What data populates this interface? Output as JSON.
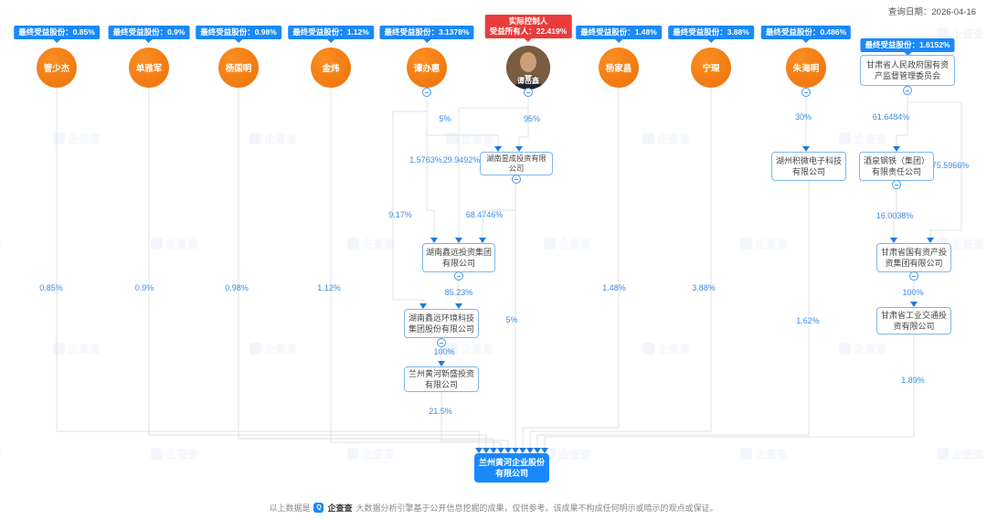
{
  "header": {
    "query_date": "查询日期：2026-04-16"
  },
  "watermark_text": "企查查",
  "actual_controller_badge": {
    "line1": "实际控制人",
    "line2": "受益所有人：22.419%"
  },
  "persons": [
    {
      "name": "管少杰",
      "badge": "最终受益股份：0.85%"
    },
    {
      "name": "单雅军",
      "badge": "最终受益股份：0.9%"
    },
    {
      "name": "杨国明",
      "badge": "最终受益股份：0.98%"
    },
    {
      "name": "金炜",
      "badge": "最终受益股份：1.12%"
    },
    {
      "name": "谭办惠",
      "badge": "最终受益股份：3.1378%"
    },
    {
      "name": "谭岳鑫"
    },
    {
      "name": "杨家昌",
      "badge": "最终受益股份：1.48%"
    },
    {
      "name": "宁琛",
      "badge": "最终受益股份：3.88%"
    },
    {
      "name": "朱海明",
      "badge": "最终受益股份：0.486%"
    }
  ],
  "gov_entity": {
    "badge": "最终受益股份：1.6152%",
    "name": "甘肃省人民政府国有资产监督管理委员会"
  },
  "companies": {
    "yucheng": "湖南昱成投资有限公司",
    "xinyuan_invest": "湖南鑫远投资集团有限公司",
    "xinyuan_env": "湖南鑫远环境科技集团股份有限公司",
    "xinsheng": "兰州黄河新盛投资有限公司",
    "jiwei": "湖州积微电子科技有限公司",
    "jiugang": "酒泉钢铁（集团）有限责任公司",
    "guotou": "甘肃省国有资产投资集团有限公司",
    "gongjiao": "甘肃省工业交通投资有限公司",
    "target": "兰州黄河企业股份有限公司"
  },
  "edges": [
    {
      "from": "管少杰",
      "to": "兰州黄河企业股份有限公司",
      "label": "0.85%"
    },
    {
      "from": "单雅军",
      "to": "兰州黄河企业股份有限公司",
      "label": "0.9%"
    },
    {
      "from": "杨国明",
      "to": "兰州黄河企业股份有限公司",
      "label": "0.98%"
    },
    {
      "from": "金炜",
      "to": "兰州黄河企业股份有限公司",
      "label": "1.12%"
    },
    {
      "from": "谭办惠",
      "to": "湖南昱成投资有限公司",
      "label": "5%"
    },
    {
      "from": "谭岳鑫",
      "to": "湖南昱成投资有限公司",
      "label": "95%"
    },
    {
      "from": "谭办惠",
      "to": "湖南鑫远投资集团有限公司",
      "label": "1.5763%"
    },
    {
      "from": "谭岳鑫",
      "to": "湖南鑫远投资集团有限公司",
      "label": "29.9492%"
    },
    {
      "from": "谭办惠",
      "to": "湖南鑫远环境科技集团股份有限公司",
      "label": "9.17%"
    },
    {
      "from": "湖南昱成投资有限公司",
      "to": "湖南鑫远投资集团有限公司",
      "label": "68.4746%"
    },
    {
      "from": "湖南鑫远投资集团有限公司",
      "to": "湖南鑫远环境科技集团股份有限公司",
      "label": "85.23%"
    },
    {
      "from": "湖南昱成投资有限公司",
      "to": "兰州黄河企业股份有限公司",
      "label": "5%"
    },
    {
      "from": "湖南鑫远环境科技集团股份有限公司",
      "to": "兰州黄河新盛投资有限公司",
      "label": "100%"
    },
    {
      "from": "兰州黄河新盛投资有限公司",
      "to": "兰州黄河企业股份有限公司",
      "label": "21.5%"
    },
    {
      "from": "杨家昌",
      "to": "兰州黄河企业股份有限公司",
      "label": "1.48%"
    },
    {
      "from": "宁琛",
      "to": "兰州黄河企业股份有限公司",
      "label": "3.88%"
    },
    {
      "from": "朱海明",
      "to": "湖州积微电子科技有限公司",
      "label": "30%"
    },
    {
      "from": "湖州积微电子科技有限公司",
      "to": "兰州黄河企业股份有限公司",
      "label": "1.62%"
    },
    {
      "from": "甘肃省人民政府国有资产监督管理委员会",
      "to": "酒泉钢铁（集团）有限责任公司",
      "label": "61.6484%"
    },
    {
      "from": "甘肃省人民政府国有资产监督管理委员会",
      "to": "甘肃省国有资产投资集团有限公司",
      "label": "75.5966%"
    },
    {
      "from": "酒泉钢铁（集团）有限责任公司",
      "to": "甘肃省国有资产投资集团有限公司",
      "label": "16.0038%"
    },
    {
      "from": "甘肃省国有资产投资集团有限公司",
      "to": "甘肃省工业交通投资有限公司",
      "label": "100%"
    },
    {
      "from": "甘肃省工业交通投资有限公司",
      "to": "兰州黄河企业股份有限公司",
      "label": "1.89%"
    }
  ],
  "footer": {
    "prefix": "以上数据是",
    "brand": "企查查",
    "suffix": "大数据分析引擎基于公开信息挖掘的成果，仅供参考。该成果不构成任何明示或暗示的观点或保证。"
  },
  "colors": {
    "accent_blue": "#1989fa",
    "badge_red": "#e93c3c",
    "node_orange": "#ee7109",
    "label_blue": "#3d8de5"
  }
}
